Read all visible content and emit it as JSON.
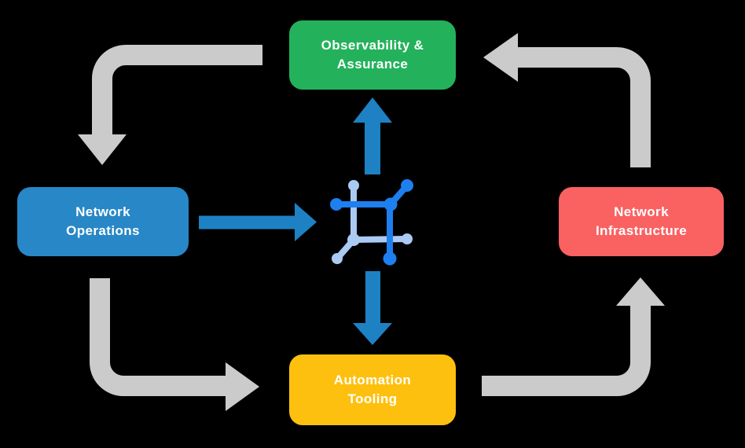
{
  "canvas": {
    "background_color": "#000000",
    "text_color": "#FFFFFF"
  },
  "nodes": [
    {
      "id": "observability-assurance",
      "label": "Observability &\nAssurance",
      "color": "#23B25B"
    },
    {
      "id": "network-operations",
      "label": "Network\nOperations",
      "color": "#2787C7"
    },
    {
      "id": "network-infrastructure",
      "label": "Network\nInfrastructure",
      "color": "#FA6161"
    },
    {
      "id": "automation-tooling",
      "label": "Automation\nTooling",
      "color": "#FEC00F"
    }
  ],
  "center_icon": {
    "name": "network-fabric-icon",
    "dark_color": "#1E7FEF",
    "light_color": "#ABCAF3"
  },
  "arrows": {
    "outer_cycle_color": "#CBCBCB",
    "inner_flow_color": "#1E81C4",
    "outer_cycle": [
      {
        "from": "observability-assurance",
        "to": "network-operations"
      },
      {
        "from": "network-operations",
        "to": "automation-tooling"
      },
      {
        "from": "automation-tooling",
        "to": "network-infrastructure"
      },
      {
        "from": "network-infrastructure",
        "to": "observability-assurance"
      }
    ],
    "inner_flows": [
      {
        "from": "network-operations",
        "to": "center-icon"
      },
      {
        "from": "center-icon",
        "to": "observability-assurance"
      },
      {
        "from": "center-icon",
        "to": "automation-tooling"
      }
    ]
  }
}
